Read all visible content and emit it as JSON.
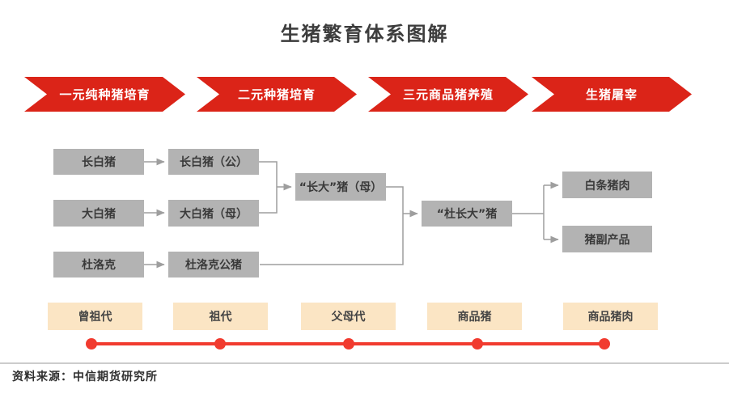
{
  "header": {
    "title": "生猪繁育体系图解"
  },
  "stages": [
    {
      "label": "一元纯种猪培育"
    },
    {
      "label": "二元种猪培育"
    },
    {
      "label": "三元商品猪养殖"
    },
    {
      "label": "生猪屠宰"
    }
  ],
  "flow": {
    "purebred": [
      {
        "label": "长白猪"
      },
      {
        "label": "大白猪"
      },
      {
        "label": "杜洛克"
      }
    ],
    "selected": [
      {
        "label": "长白猪（公）"
      },
      {
        "label": "大白猪（母）"
      },
      {
        "label": "杜洛克公猪"
      }
    ],
    "binary_sow": {
      "label": "“长大”猪（母）"
    },
    "ternary_pig": {
      "label": "“杜长大”猪"
    },
    "products": [
      {
        "label": "白条猪肉"
      },
      {
        "label": "猪副产品"
      }
    ]
  },
  "generations": [
    {
      "label": "曾祖代"
    },
    {
      "label": "祖代"
    },
    {
      "label": "父母代"
    },
    {
      "label": "商品猪"
    },
    {
      "label": "商品猪肉"
    }
  ],
  "footer": {
    "source": "资料来源：中信期货研究所"
  },
  "colors": {
    "stage_red": "#DB2418",
    "timeline_red": "#F13B2F",
    "node_gray": "#B3B3B3",
    "generation_beige": "#FBE5C4",
    "connector_gray": "#9E9E9E"
  }
}
